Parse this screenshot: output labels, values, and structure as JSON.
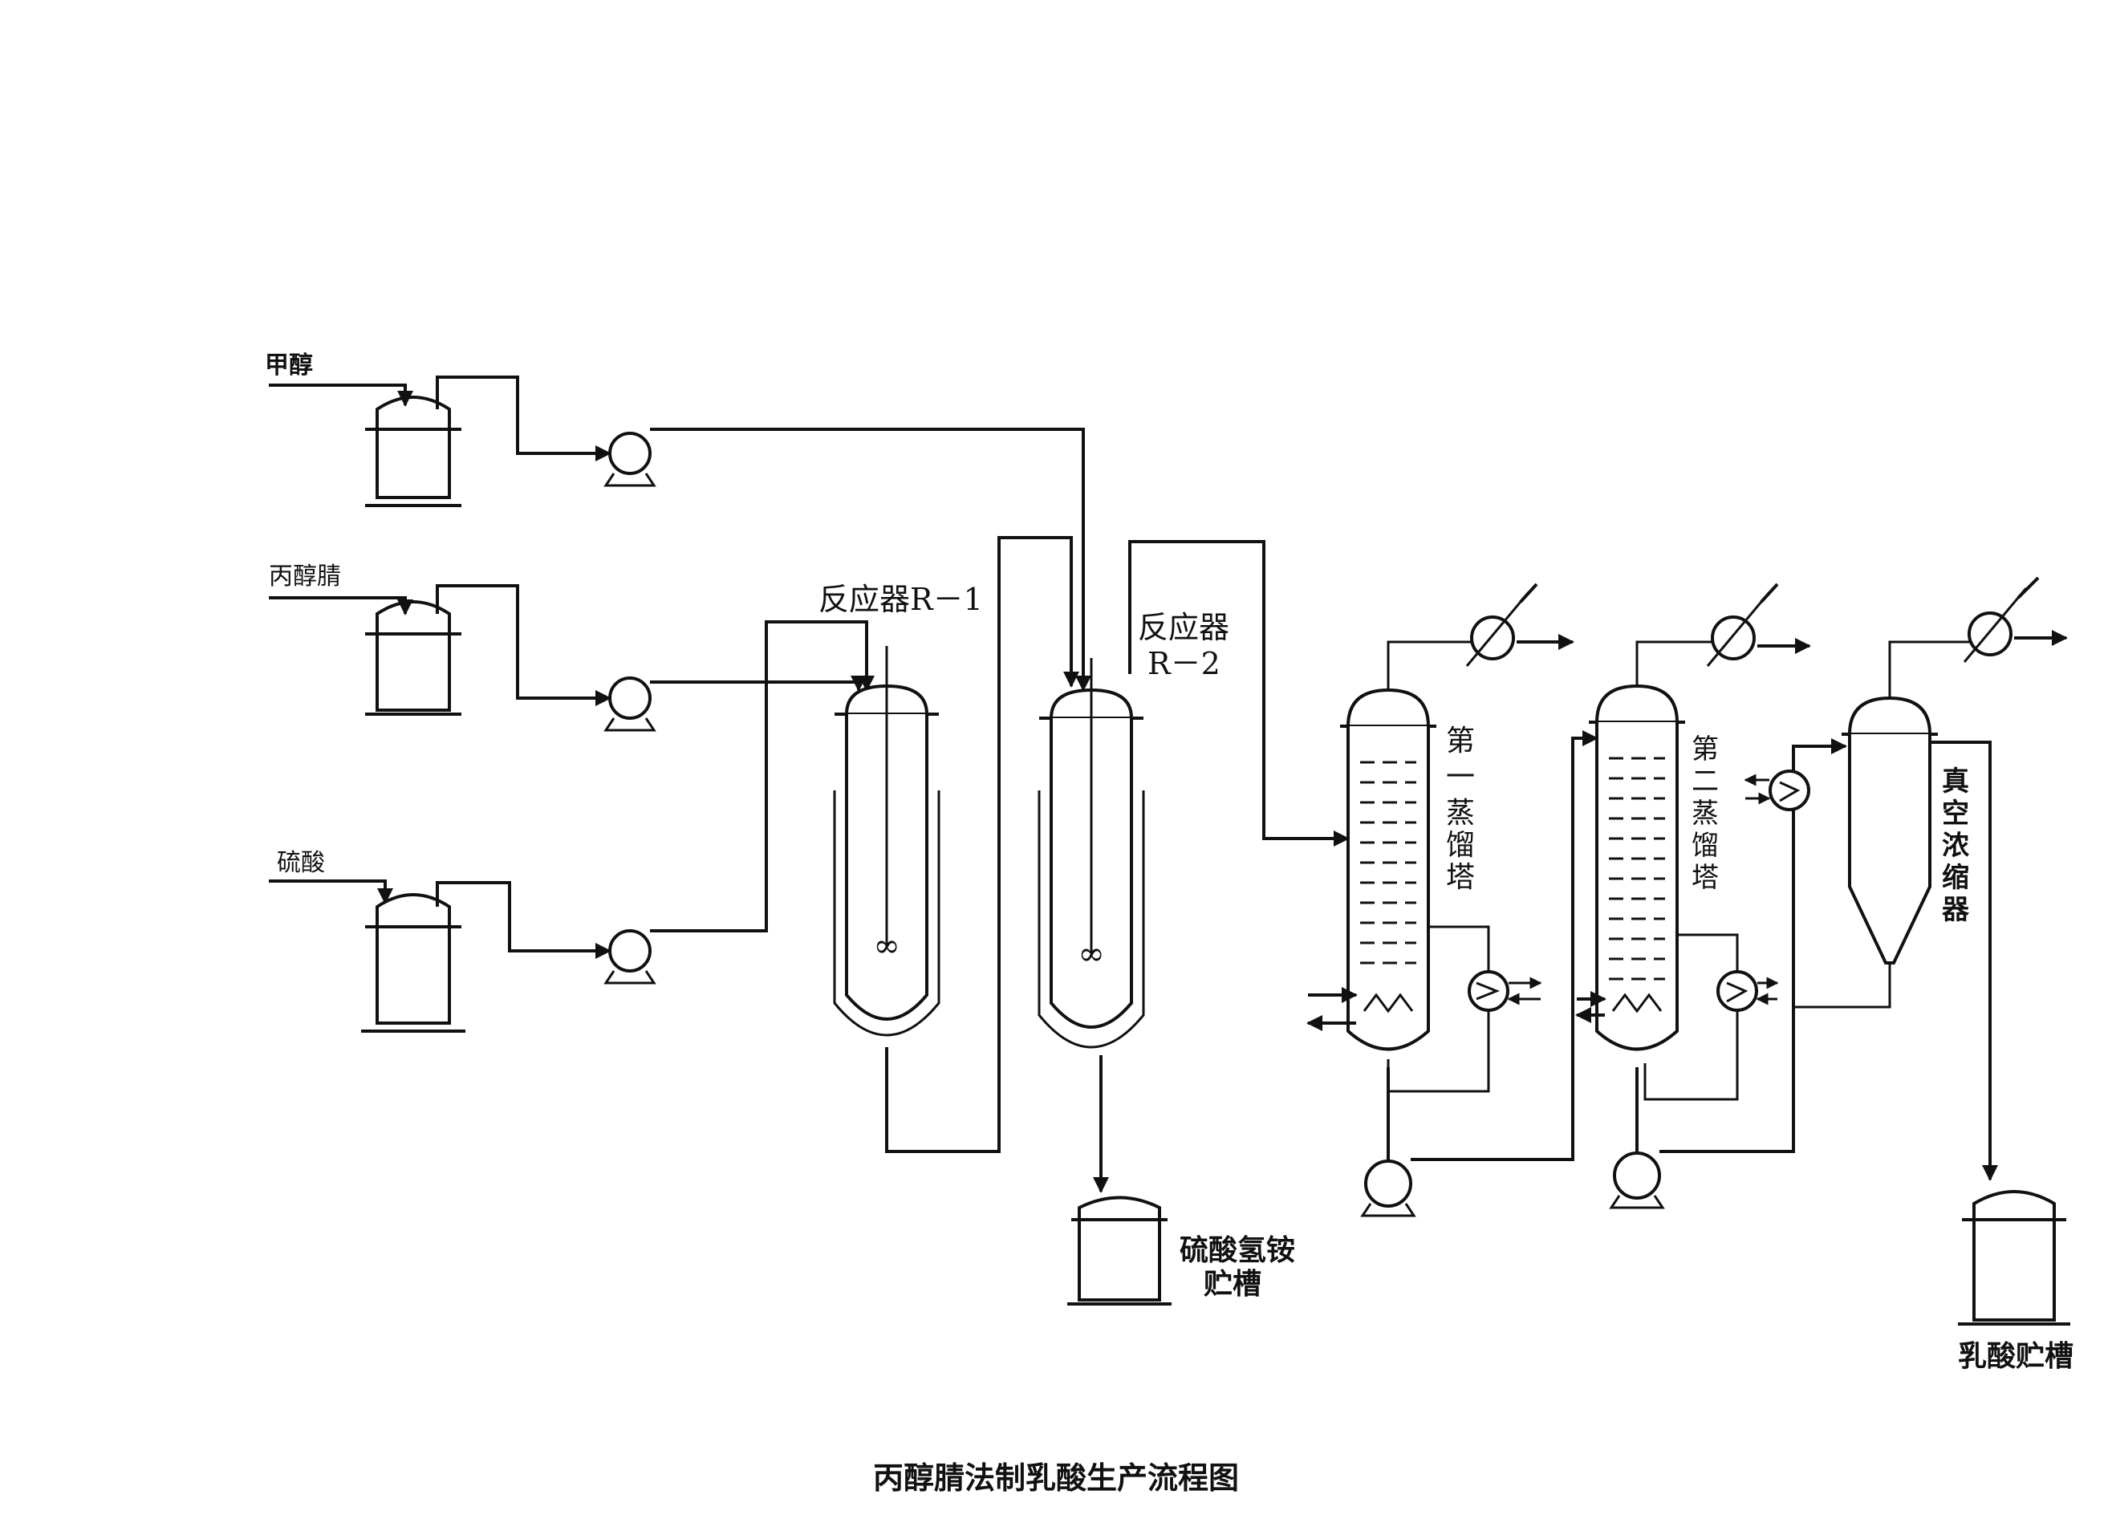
{
  "labels": {
    "methanol": "甲醇",
    "acetone_cyanohydrin": "丙醇腈",
    "sulfuric_acid": "硫酸",
    "reactor_r1": "反应器R－1",
    "reactor_r2_line1": "反应器",
    "reactor_r2_line2": "R－2",
    "column1_chars": [
      "第",
      "一",
      "蒸",
      "馏",
      "塔"
    ],
    "column2_chars": [
      "第",
      "二",
      "蒸",
      "馏",
      "塔"
    ],
    "concentrator_chars": [
      "真",
      "空",
      "浓",
      "缩",
      "器"
    ],
    "ammonium_tank_line1": "硫酸氢铵",
    "ammonium_tank_line2": "贮槽",
    "lactic_tank": "乳酸贮槽"
  },
  "caption": "丙醇腈法制乳酸生产流程图"
}
